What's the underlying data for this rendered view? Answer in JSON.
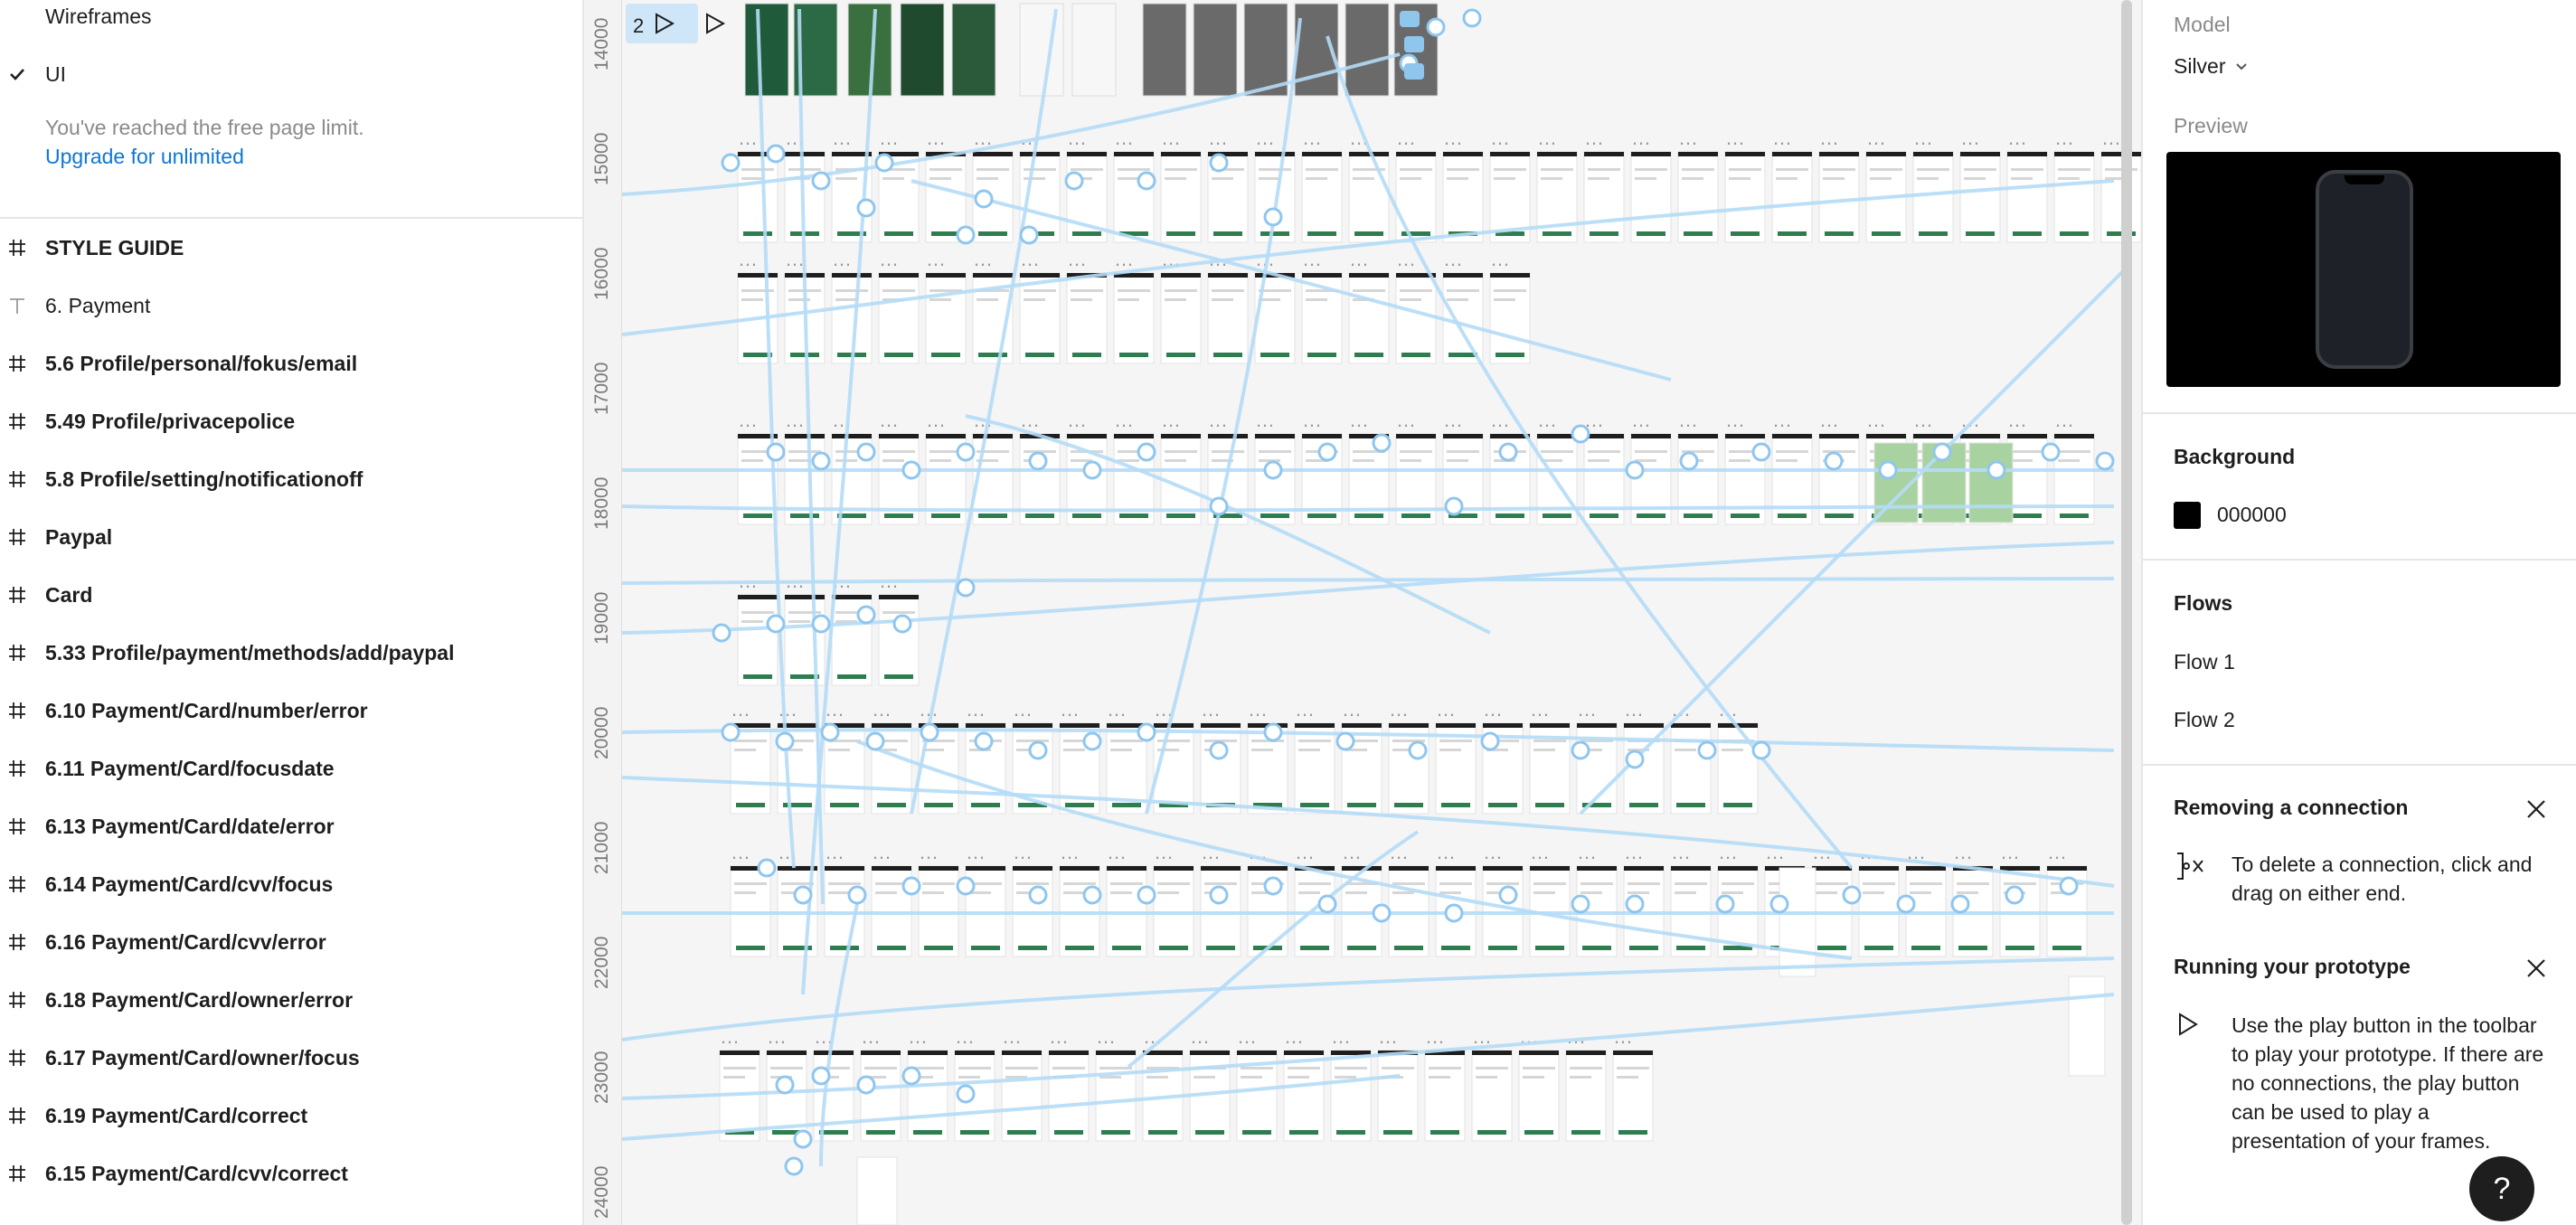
{
  "pages": {
    "items": [
      {
        "label": "Wireframes",
        "checked": false
      },
      {
        "label": "UI",
        "checked": true
      }
    ],
    "limit_text": "You've reached the free page limit.",
    "upgrade_link": "Upgrade for unlimited"
  },
  "layers": [
    {
      "name": "STYLE GUIDE",
      "icon": "frame-icon"
    },
    {
      "name": "6. Payment",
      "icon": "text-icon"
    },
    {
      "name": "5.6 Profile/personal/fokus/email",
      "icon": "frame-icon"
    },
    {
      "name": "5.49 Profile/privacepolice",
      "icon": "frame-icon"
    },
    {
      "name": "5.8 Profile/setting/notificationoff",
      "icon": "frame-icon"
    },
    {
      "name": "Paypal",
      "icon": "frame-icon"
    },
    {
      "name": "Card",
      "icon": "frame-icon"
    },
    {
      "name": "5.33 Profile/payment/methods/add/paypal",
      "icon": "frame-icon"
    },
    {
      "name": "6.10 Payment/Card/number/error",
      "icon": "frame-icon"
    },
    {
      "name": "6.11 Payment/Card/focusdate",
      "icon": "frame-icon"
    },
    {
      "name": "6.13 Payment/Card/date/error",
      "icon": "frame-icon"
    },
    {
      "name": "6.14 Payment/Card/cvv/focus",
      "icon": "frame-icon"
    },
    {
      "name": "6.16 Payment/Card/cvv/error",
      "icon": "frame-icon"
    },
    {
      "name": "6.18 Payment/Card/owner/error",
      "icon": "frame-icon"
    },
    {
      "name": "6.17 Payment/Card/owner/focus",
      "icon": "frame-icon"
    },
    {
      "name": "6.19 Payment/Card/correct",
      "icon": "frame-icon"
    },
    {
      "name": "6.15 Payment/Card/cvv/correct",
      "icon": "frame-icon"
    }
  ],
  "canvas": {
    "ruler_ticks": [
      "14000",
      "15000",
      "16000",
      "17000",
      "18000",
      "19000",
      "20000",
      "21000",
      "22000",
      "23000",
      "24000"
    ],
    "toolbar_badge": "2",
    "connector_color": "#b5dcf7"
  },
  "prototype": {
    "model_label": "Model",
    "model_value": "Silver",
    "preview_label": "Preview",
    "background_title": "Background",
    "background_hex": "000000",
    "background_color": "#000000",
    "flows_title": "Flows",
    "flows": [
      "Flow 1",
      "Flow 2"
    ]
  },
  "tips": [
    {
      "title": "Removing a connection",
      "text": "To delete a connection, click and drag on either end.",
      "icon": "remove-connection-icon"
    },
    {
      "title": "Running your prototype",
      "text": "Use the play button in the toolbar to play your prototype. If there are no connections, the play button can be used to play a presentation of your frames.",
      "icon": "play-icon"
    }
  ],
  "help_label": "?"
}
